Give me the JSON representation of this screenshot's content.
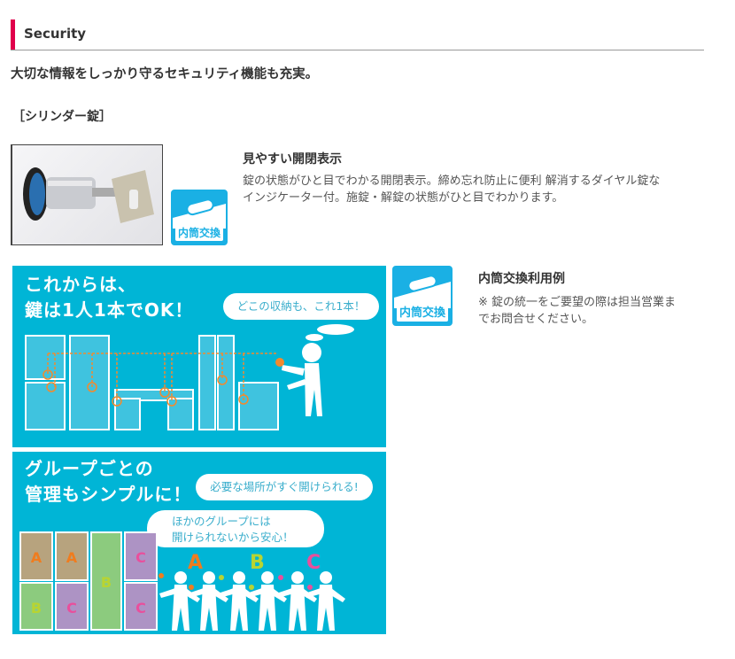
{
  "section": {
    "title": "Security",
    "accent": "#e0004b"
  },
  "lead": "大切な情報をしっかり守るセキュリティ機能も充実。",
  "subheading": "［シリンダー錠］",
  "badge_label": "内筒交換",
  "feature1": {
    "title": "見やすい開閉表示",
    "lines": [
      "錠の状態がひと目でわかる開閉表示。締め忘れ防止に便利 解消するダイヤル錠な",
      "インジケーター付。施錠・解錠の状態がひと目でわかります。"
    ]
  },
  "feature2": {
    "title": "内筒交換利用例",
    "lines": [
      "※ 錠の統一をご要望の際は担当営業ま",
      "でお問合せください。"
    ]
  },
  "illustration1": {
    "title_lines": [
      "これからは、",
      "鍵は1人1本でOK！"
    ],
    "bubble": "どこの収納も、これ1本！"
  },
  "illustration2": {
    "title_lines": [
      "グループごとの",
      "管理もシンプルに！"
    ],
    "bubble1": "必要な場所がすぐ開けられる!",
    "bubble2_lines": [
      "ほかのグループには",
      "開けられないから安心！"
    ],
    "groups": [
      "A",
      "B",
      "C"
    ],
    "group_colors": {
      "A": "#f07c1e",
      "B": "#b8d432",
      "C": "#e94f9c"
    }
  },
  "colors": {
    "panel": "#00b5d6",
    "badge": "#1ab0e4"
  }
}
